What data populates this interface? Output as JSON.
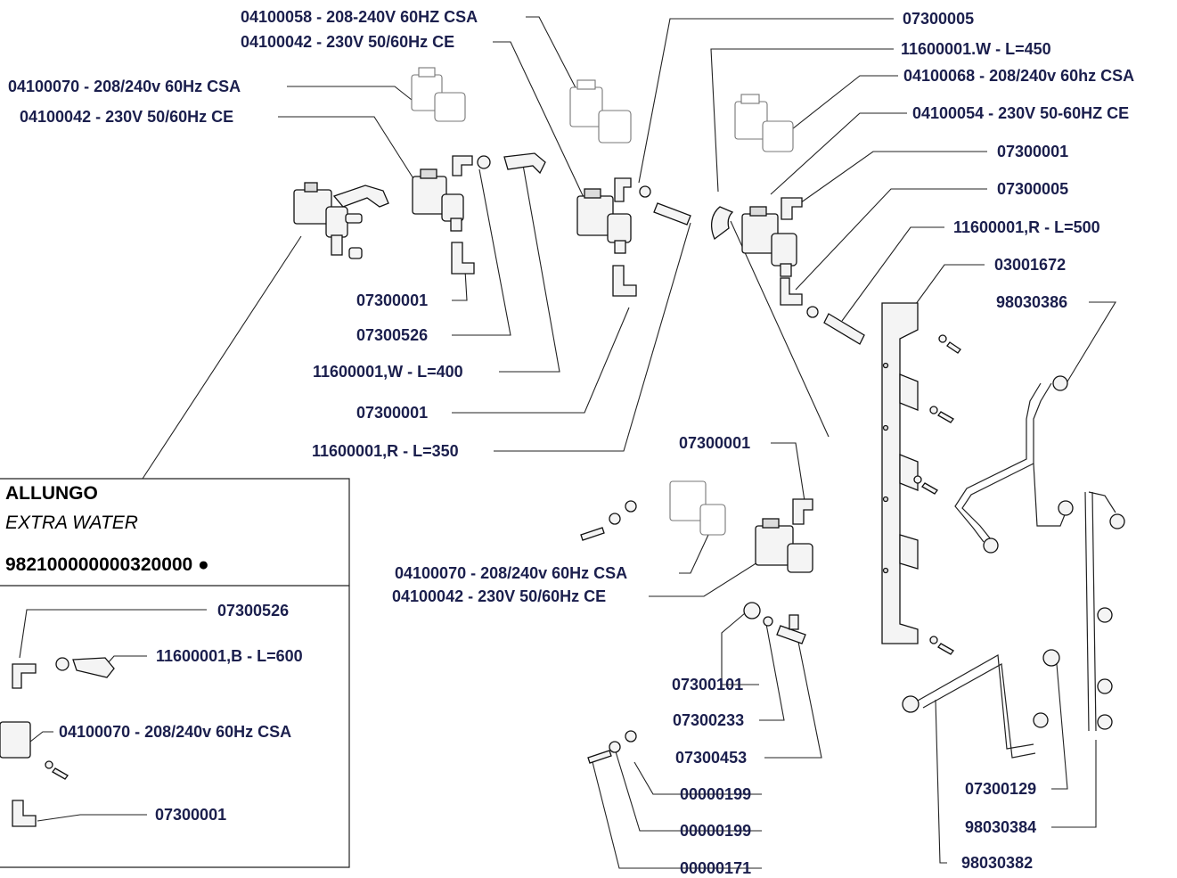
{
  "labels": {
    "sol_a_csa": "04100058 - 208-240V 60HZ CSA",
    "sol_a_ce": "04100042 - 230V 50/60Hz CE",
    "sol_b_csa": "04100070 - 208/240v 60Hz CSA",
    "sol_b_ce": "04100042 - 230V 50/60Hz CE",
    "elbow_1": "07300001",
    "connector_1": "07300526",
    "hose_w400": "11600001,W - L=400",
    "elbow_2": "07300001",
    "hose_r350": "11600001,R - L=350",
    "tr_elbow_05": "07300005",
    "tr_hose_w450": "11600001.W - L=450",
    "sol_c_csa": "04100068 - 208/240v 60hz CSA",
    "sol_c_ce": "04100054 - 230V 50-60HZ CE",
    "tr_elbow_01": "07300001",
    "tr_elbow_05b": "07300005",
    "tr_hose_r500": "11600001,R - L=500",
    "bracket": "03001672",
    "pipe_386": "98030386",
    "mid_elbow": "07300001",
    "sol_d_csa": "04100070 - 208/240v 60Hz CSA",
    "sol_d_ce": "04100042 - 230V 50/60Hz CE",
    "fitting_101": "07300101",
    "fitting_233": "07300233",
    "tee_453": "07300453",
    "washer_199a": "00000199",
    "washer_199b": "00000199",
    "screw_171": "00000171",
    "fitting_129": "07300129",
    "pipe_384": "98030384",
    "pipe_382": "98030382"
  },
  "box": {
    "title": "ALLUNGO",
    "subtitle": "EXTRA WATER",
    "code": "982100000000320000 ●",
    "connector": "07300526",
    "hose": "11600001,B - L=600",
    "solenoid": "04100070 - 208/240v 60Hz CSA",
    "elbow": "07300001"
  },
  "colors": {
    "label_text": "#1b1f4d",
    "line": "#222222",
    "part_fill": "#f4f4f4"
  }
}
